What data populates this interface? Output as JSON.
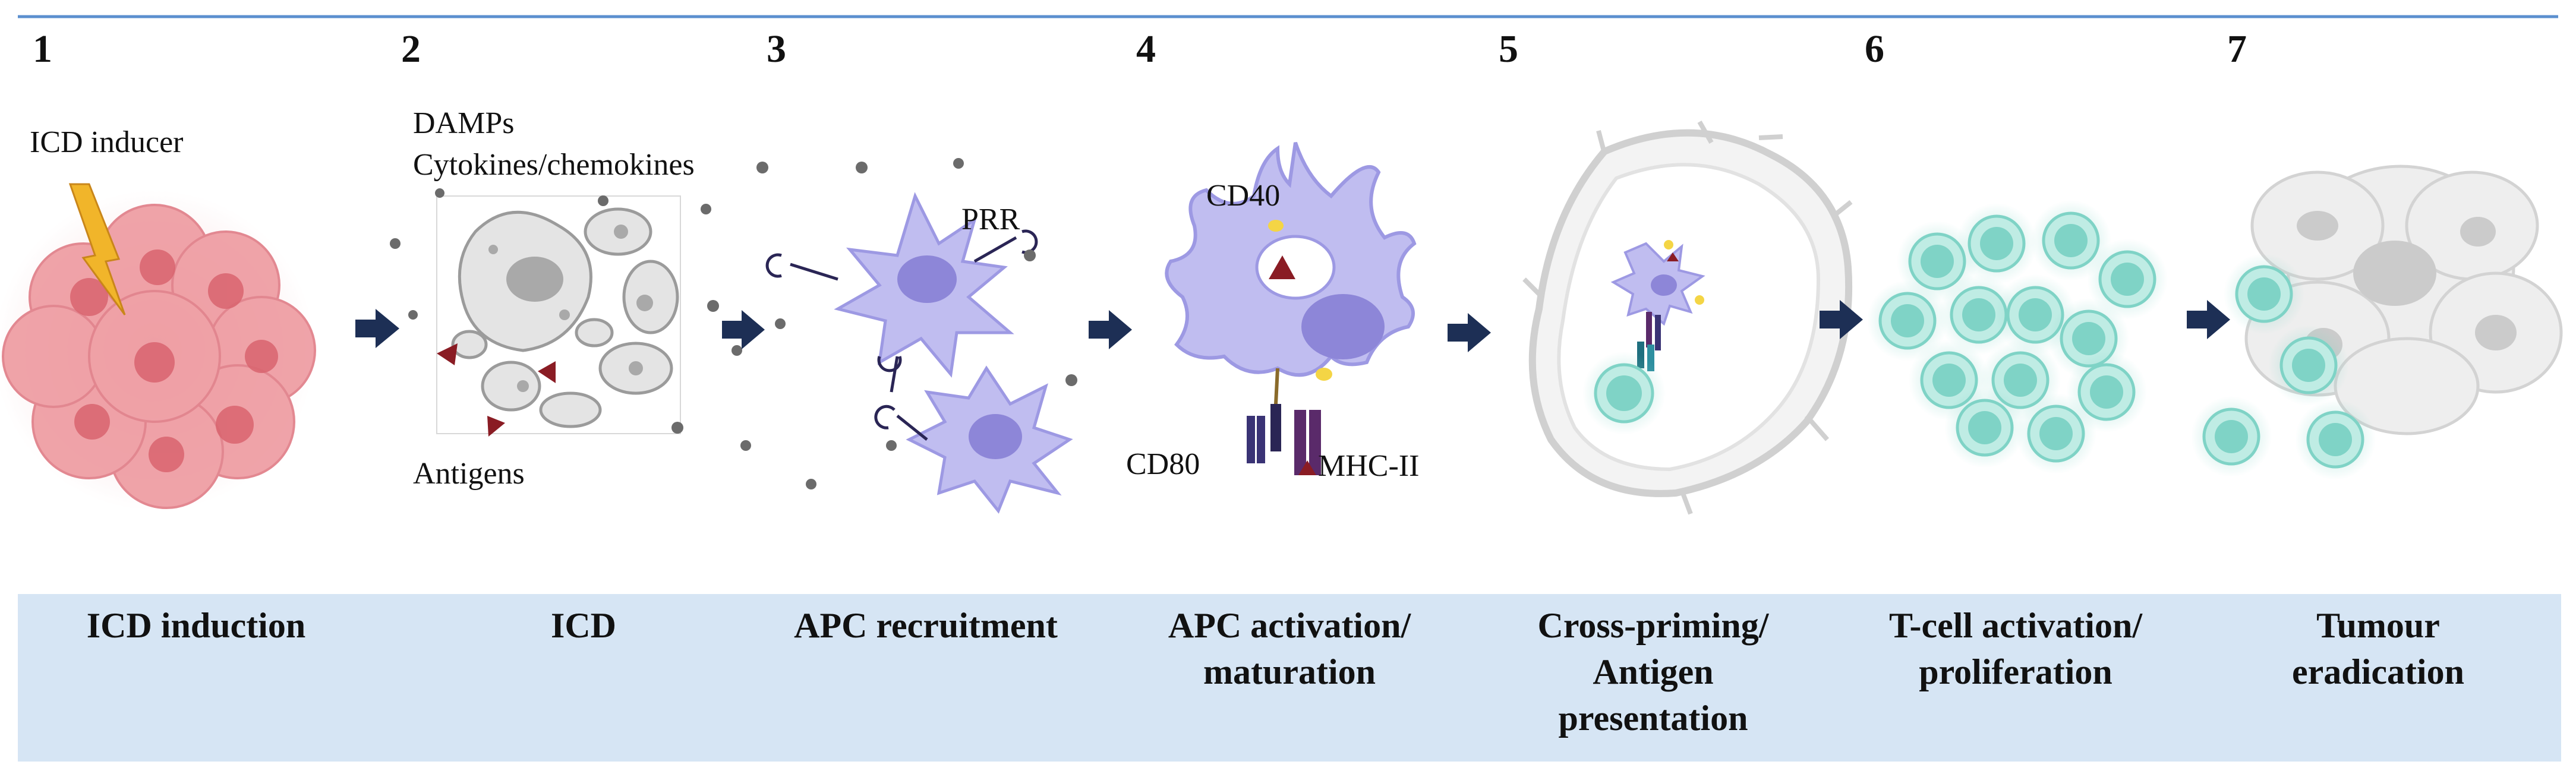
{
  "steps": [
    {
      "number": "1",
      "title": [
        "ICD induction"
      ]
    },
    {
      "number": "2",
      "title": [
        "ICD"
      ]
    },
    {
      "number": "3",
      "title": [
        "APC recruitment"
      ]
    },
    {
      "number": "4",
      "title": [
        "APC activation/",
        "maturation"
      ]
    },
    {
      "number": "5",
      "title": [
        "Cross-priming/",
        "Antigen",
        "presentation"
      ]
    },
    {
      "number": "6",
      "title": [
        "T-cell activation/",
        "proliferation"
      ]
    },
    {
      "number": "7",
      "title": [
        "Tumour",
        "eradication"
      ]
    }
  ],
  "labels": {
    "icd_inducer": "ICD inducer",
    "damps": "DAMPs",
    "cytokines": "Cytokines/chemokines",
    "antigens": "Antigens",
    "prr": "PRR",
    "cd40": "CD40",
    "cd80": "CD80",
    "mhc_ii": "MHC-II"
  },
  "colors": {
    "top_rule": "#5b8fcf",
    "banner": "#d6e5f4",
    "arrow": "#1d2f55",
    "tumour_cell": "#e9838b",
    "apc": "#c0bdf0",
    "t_cell": "#7fd3c6",
    "antigen": "#8a1c24",
    "lightning": "#f1b52a"
  }
}
